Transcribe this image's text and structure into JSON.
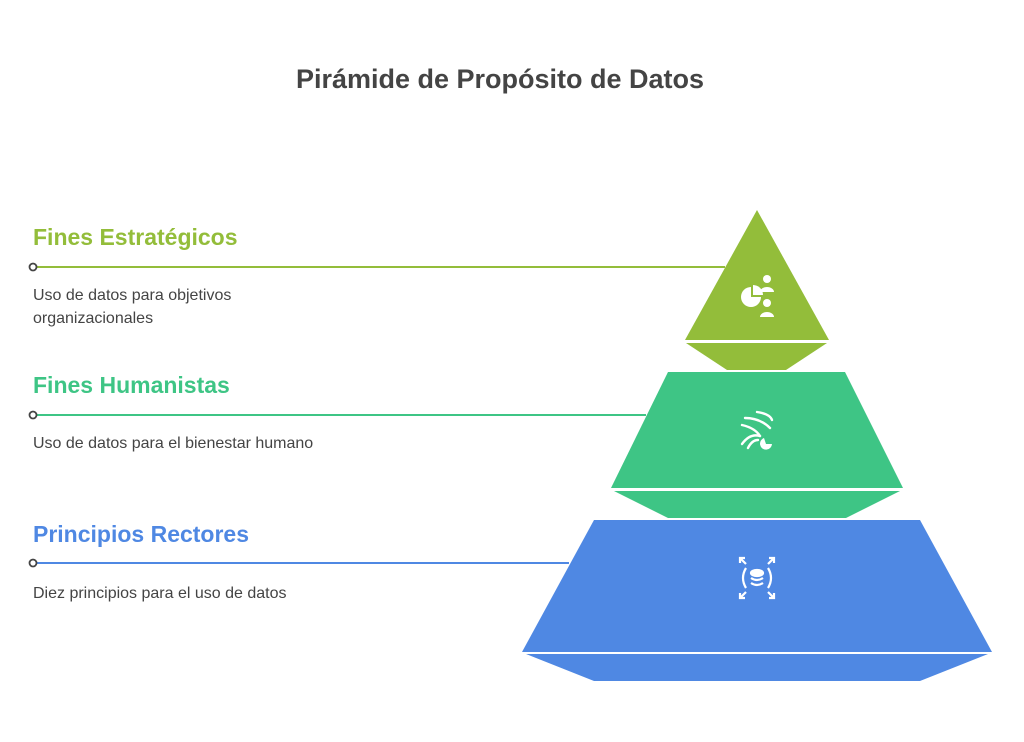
{
  "title": "Pirámide de Propósito de Datos",
  "levels": [
    {
      "heading": "Fines Estratégicos",
      "description": "Uso de datos para objetivos organizacionales",
      "color": "#93bd3a",
      "icon": "pie-chart-people-icon"
    },
    {
      "heading": "Fines Humanistas",
      "description": "Uso de datos para el bienestar humano",
      "color": "#3ec585",
      "icon": "data-flow-pie-icon"
    },
    {
      "heading": "Principios Rectores",
      "description": "Diez principios para el uso de datos",
      "color": "#4f88e3",
      "icon": "database-expand-icon"
    }
  ]
}
